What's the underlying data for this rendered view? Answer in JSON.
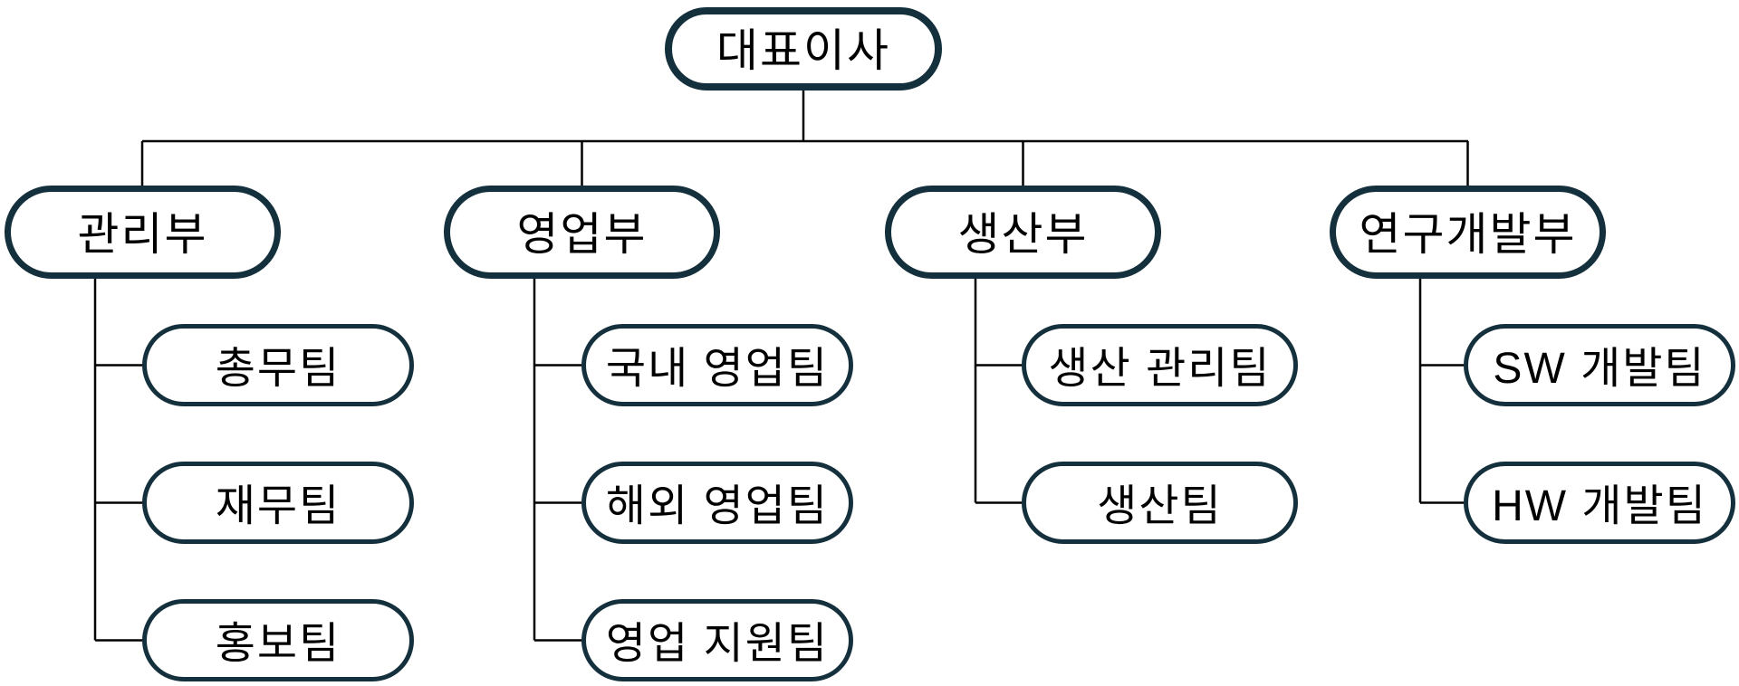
{
  "org_chart": {
    "root": {
      "label": "대표이사"
    },
    "departments": [
      {
        "label": "관리부",
        "teams": [
          {
            "label": "총무팀"
          },
          {
            "label": "재무팀"
          },
          {
            "label": "홍보팀"
          }
        ]
      },
      {
        "label": "영업부",
        "teams": [
          {
            "label": "국내 영업팀"
          },
          {
            "label": "해외 영업팀"
          },
          {
            "label": "영업 지원팀"
          }
        ]
      },
      {
        "label": "생산부",
        "teams": [
          {
            "label": "생산 관리팀"
          },
          {
            "label": "생산팀"
          }
        ]
      },
      {
        "label": "연구개발부",
        "teams": [
          {
            "label": "SW 개발팀"
          },
          {
            "label": "HW 개발팀"
          }
        ]
      }
    ],
    "colors": {
      "node_border": "#14303d",
      "node_fill": "#ffffff",
      "connector": "#000000",
      "text": "#000000",
      "background": "#ffffff"
    }
  }
}
